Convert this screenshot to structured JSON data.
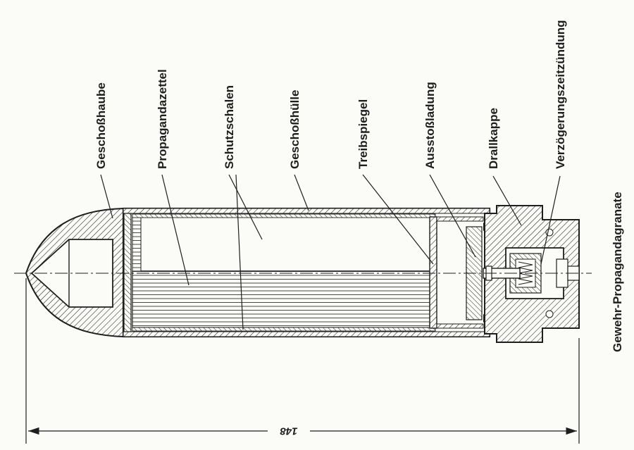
{
  "title": "Gewehr-Propagandagranate",
  "dimension": "148",
  "labels": [
    {
      "key": "geschosshaube",
      "text": "Geschoßhaube"
    },
    {
      "key": "propagandazettel",
      "text": "Propagandazettel"
    },
    {
      "key": "schutzschalen",
      "text": "Schutzschalen"
    },
    {
      "key": "geschosshuelle",
      "text": "Geschoßhülle"
    },
    {
      "key": "treibspiegel",
      "text": "Treibspiegel"
    },
    {
      "key": "ausstossladung",
      "text": "Ausstoßladung"
    },
    {
      "key": "drallkappe",
      "text": "Drallkappe"
    },
    {
      "key": "zuendung",
      "text": "Verzögerungszeitzündung"
    }
  ]
}
